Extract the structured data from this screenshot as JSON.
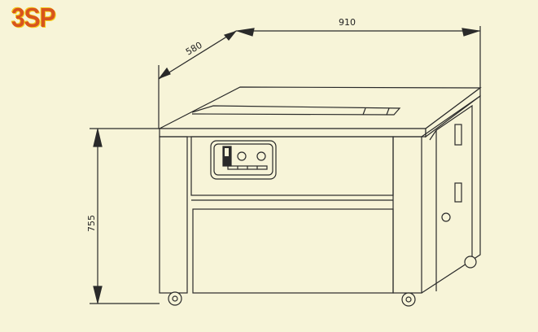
{
  "model_label": "3SP",
  "dimensions": {
    "width": "910",
    "depth": "580",
    "height": "755"
  },
  "colors": {
    "background": "#f7f4d8",
    "logo": "#d8541e",
    "line": "#2a2a2a"
  }
}
